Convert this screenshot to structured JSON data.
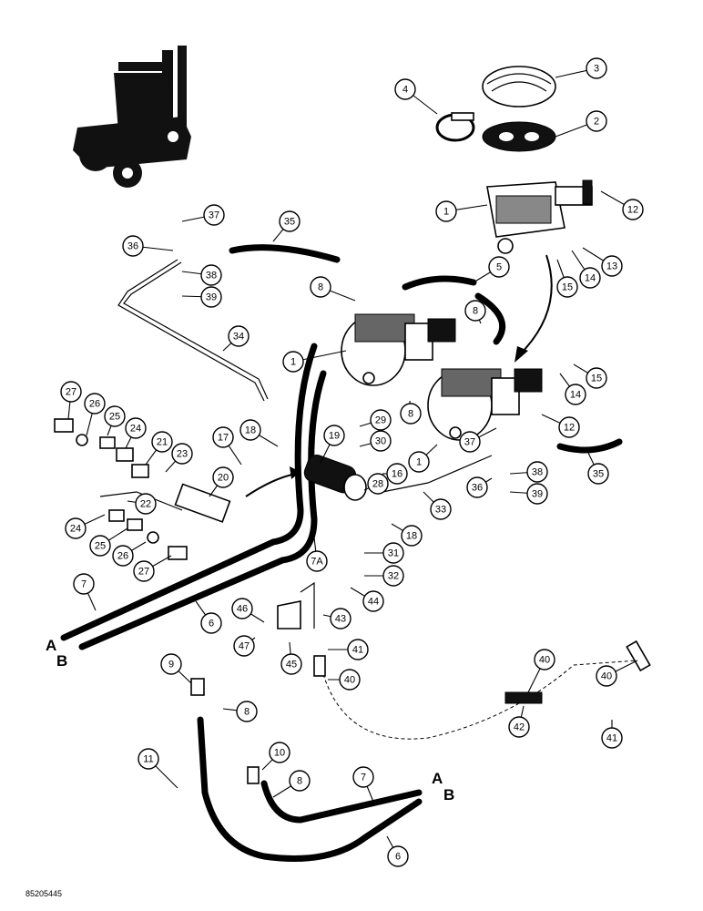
{
  "callouts": [
    "1",
    "2",
    "3",
    "4",
    "5",
    "6",
    "7",
    "7A",
    "8",
    "9",
    "10",
    "11",
    "12",
    "13",
    "14",
    "15",
    "16",
    "17",
    "18",
    "19",
    "20",
    "21",
    "22",
    "23",
    "24",
    "25",
    "26",
    "27",
    "28",
    "29",
    "30",
    "31",
    "32",
    "33",
    "34",
    "35",
    "36",
    "37",
    "38",
    "39",
    "40",
    "41",
    "42",
    "43",
    "44",
    "45",
    "46",
    "47"
  ],
  "hose_end_labels": {
    "a": "A",
    "b": "B"
  },
  "reference_number": "85205445"
}
